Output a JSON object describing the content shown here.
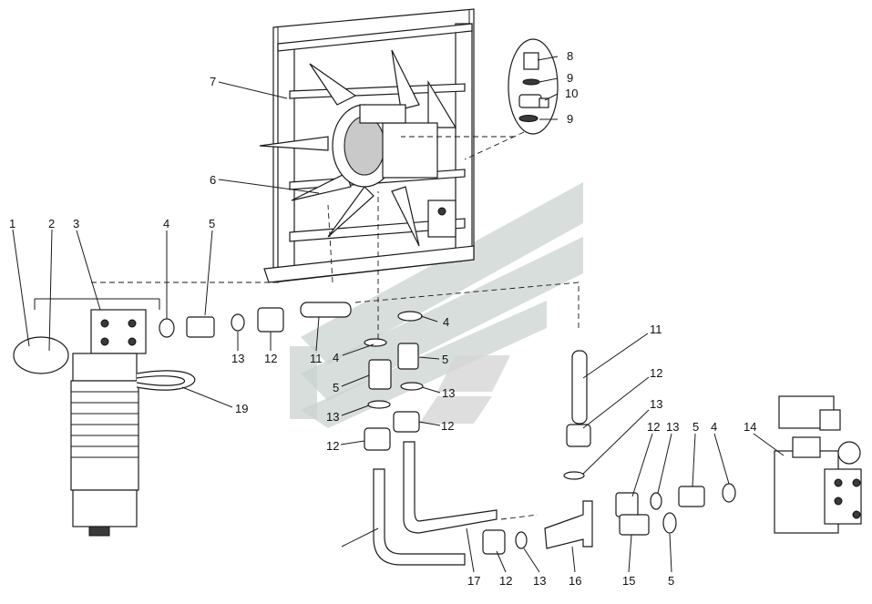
{
  "colors": {
    "line": "#1a1a1a",
    "watermark": "#c9d3cf",
    "background": "#ffffff"
  },
  "callouts": {
    "c1": "1",
    "c2": "2",
    "c3": "3",
    "c4a": "4",
    "c5a": "5",
    "c6": "6",
    "c7": "7",
    "c8": "8",
    "c9a": "9",
    "c10": "10",
    "c9b": "9",
    "c11a": "11",
    "c4b": "4",
    "c4c": "4",
    "c5b": "5",
    "c5c": "5",
    "c13a": "13",
    "c12a": "12",
    "c13b": "13",
    "c13c": "13",
    "c12b": "12",
    "c12c": "12",
    "c19": "19",
    "c11b": "11",
    "c12d": "12",
    "c13d": "13",
    "c12e": "12",
    "c13e": "13",
    "c5d": "5",
    "c4d": "4",
    "c14": "14",
    "c17": "17",
    "c12f": "12",
    "c13f": "13",
    "c16": "16",
    "c15": "15",
    "c5e": "5"
  }
}
